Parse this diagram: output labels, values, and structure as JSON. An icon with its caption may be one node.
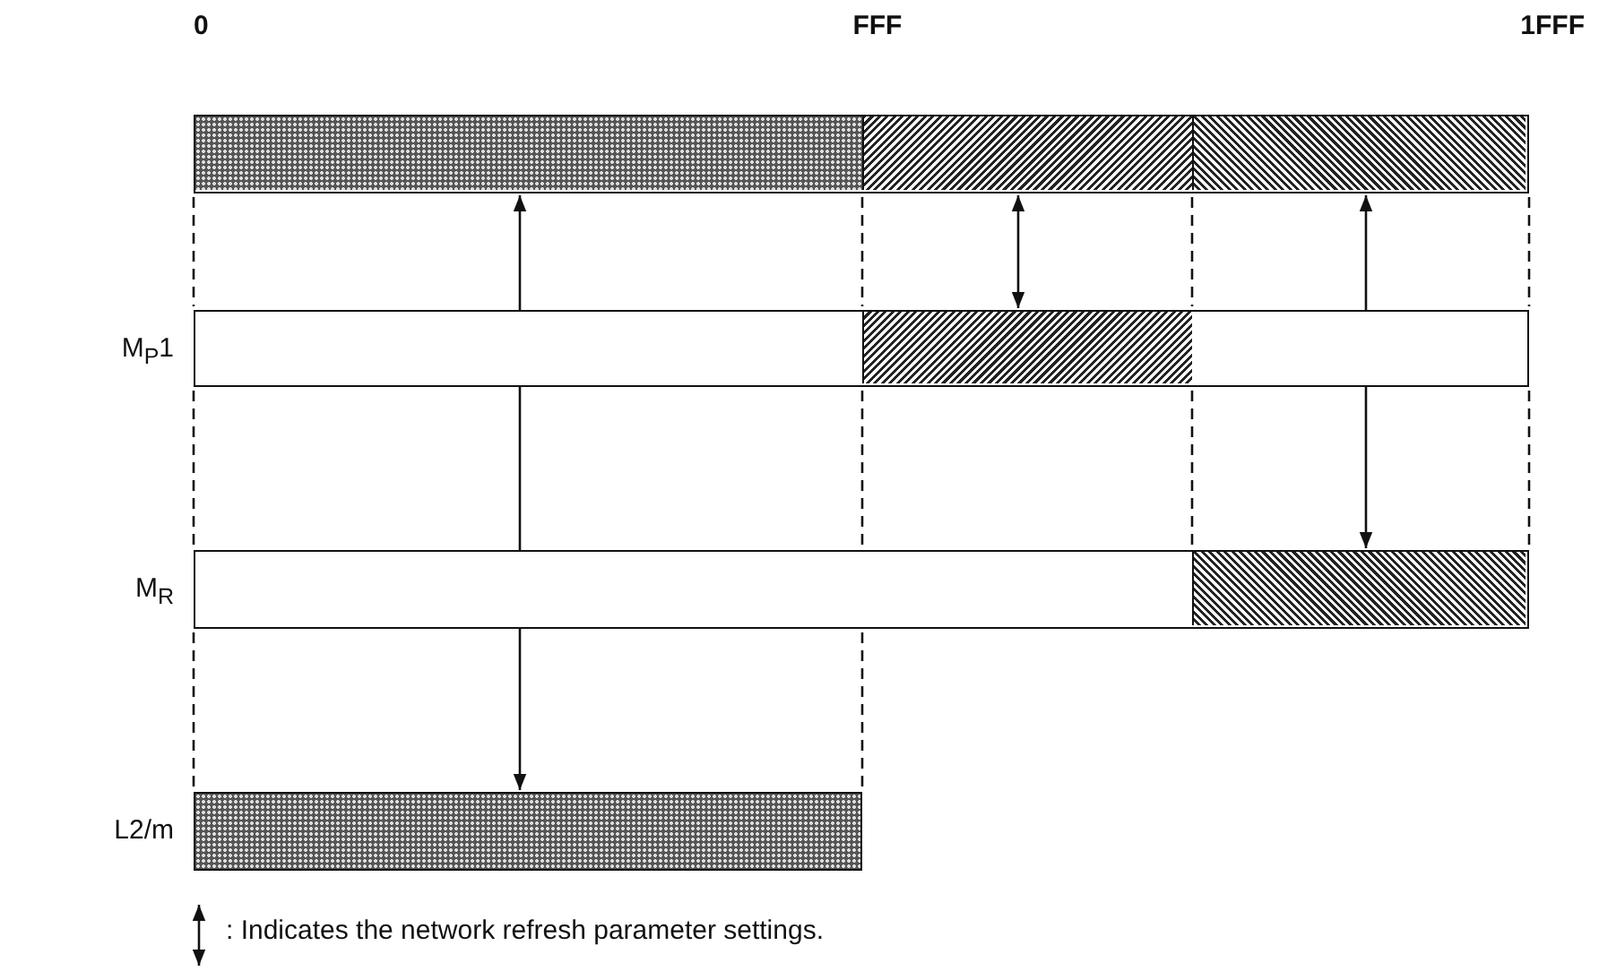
{
  "diagram": {
    "nodes": [
      {
        "text": [],
        "shape": "bar"
      },
      {
        "text": [],
        "shape": "bar",
        "in": 0
      },
      {
        "text": [],
        "shape": "bar",
        "in": 0
      },
      {
        "text": [],
        "shape": "bar",
        "in": 0
      },
      {
        "text": [
          "M$_{P}$1"
        ]
      },
      {
        "text": [],
        "shape": "bar",
        "in": 4
      },
      {
        "text": [
          "M$_{R}$"
        ]
      },
      {
        "text": [],
        "shape": "bar",
        "in": 6
      },
      {
        "text": [
          "L2/m"
        ]
      }
    ],
    "edges": [
      {
        "from": 1,
        "to": 8,
        "arrow": "both"
      },
      {
        "from": 2,
        "to": 5,
        "arrow": "both"
      },
      {
        "from": 3,
        "to": 7,
        "arrow": "both"
      }
    ],
    "labels": [
      "0",
      "FFF",
      "1FFF"
    ],
    "legend": [
      {
        "text": ": Indicates the network refresh parameter settings."
      }
    ]
  }
}
